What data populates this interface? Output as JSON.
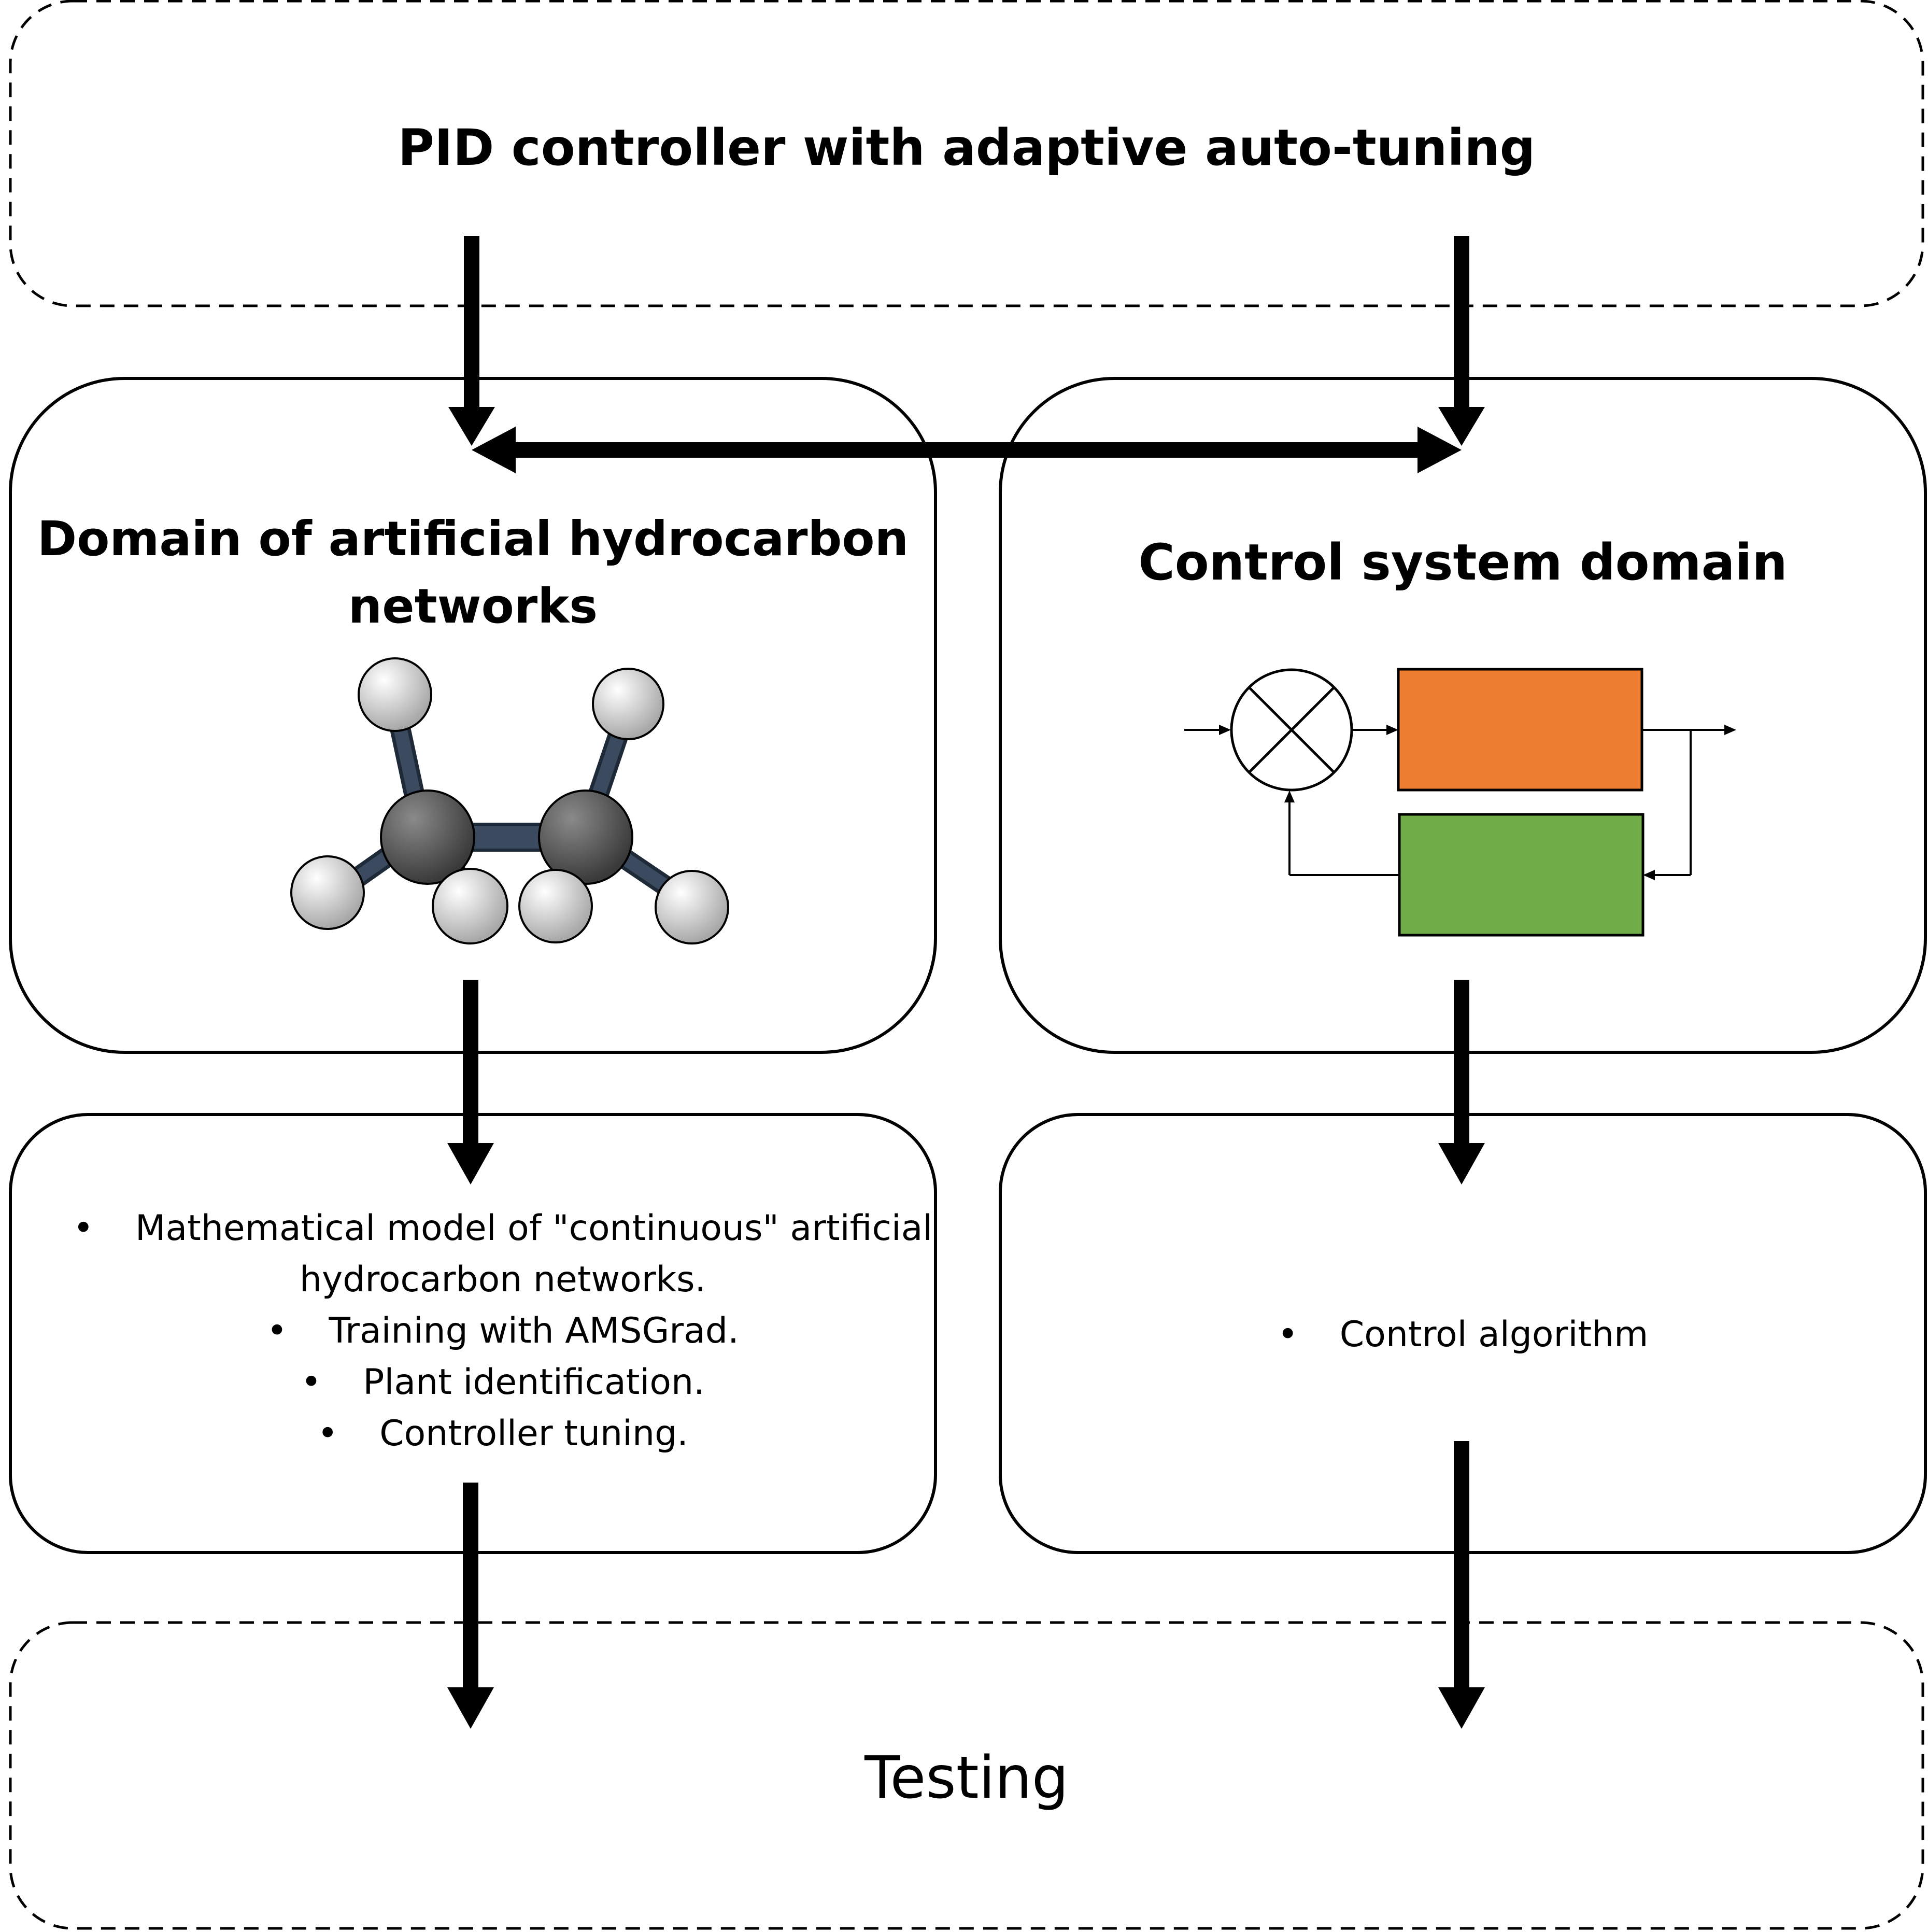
{
  "header": {
    "title": "PID controller with adaptive auto-tuning"
  },
  "left_domain": {
    "title": "Domain of artificial hydrocarbon networks"
  },
  "right_domain": {
    "title": "Control system domain"
  },
  "left_details": {
    "items": [
      "Mathematical model of \"continuous\" artificial hydrocarbon networks.",
      "Training with AMSGrad.",
      "Plant identification.",
      "Controller tuning."
    ]
  },
  "right_details": {
    "items": [
      "Control algorithm"
    ]
  },
  "footer": {
    "title": "Testing"
  },
  "colors": {
    "forward_block": "#ED7D31",
    "feedback_block": "#70AD47",
    "molecule_bond": "#3B4A5E",
    "carbon_atom": "#555555",
    "hydrogen_atom": "#D9D9D9"
  }
}
